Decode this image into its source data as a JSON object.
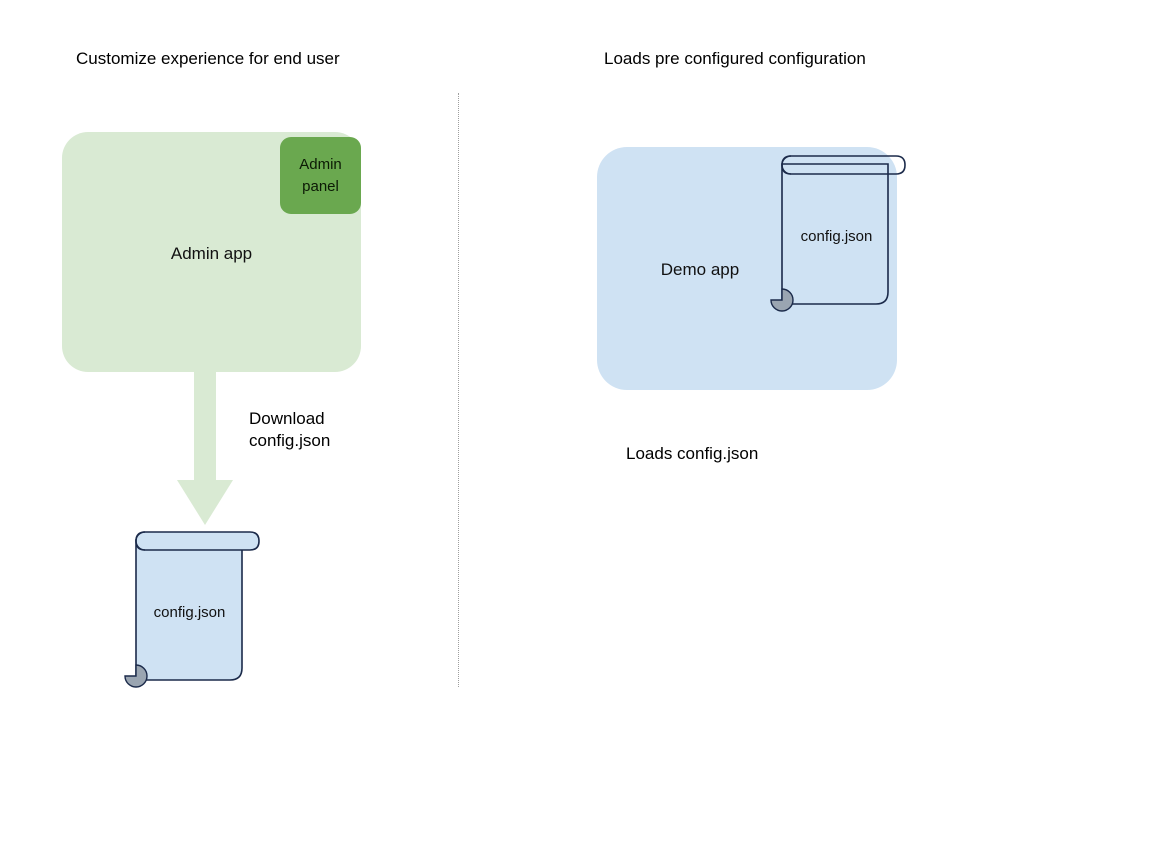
{
  "diagram": {
    "background_color": "#ffffff",
    "divider": {
      "style": "dotted",
      "color": "#9e9e9e"
    },
    "left_column": {
      "heading": "Customize experience for end user",
      "app_box": {
        "label": "Admin app",
        "fill_color": "#d9ead3"
      },
      "panel": {
        "label": "Admin\npanel",
        "line1": "Admin",
        "line2": "panel",
        "fill_color": "#6aa84f"
      },
      "arrow": {
        "label_line1": "Download",
        "label_line2": "config.json",
        "fill_color": "#d9ead3",
        "direction": "down"
      },
      "document": {
        "label": "config.json",
        "fill_color": "#cfe2f3",
        "stroke_color": "#1b2a4a",
        "curl_color": "#9aa5b1"
      }
    },
    "right_column": {
      "heading": "Loads pre configured configuration",
      "app_box": {
        "label": "Demo app",
        "fill_color": "#cfe2f3"
      },
      "document": {
        "label": "config.json",
        "fill_color": "#cfe2f3",
        "stroke_color": "#1b2a4a",
        "curl_color": "#9aa5b1"
      },
      "caption": "Loads config.json"
    }
  }
}
